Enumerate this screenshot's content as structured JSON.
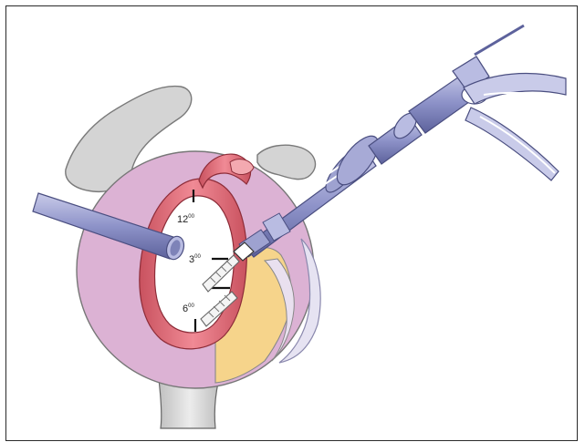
{
  "figure": {
    "clock_labels": {
      "twelve": "12",
      "twelve_sup": "00",
      "three": "3",
      "three_sup": "00",
      "six": "6",
      "six_sup": "00"
    },
    "colors": {
      "glenoid_face": "#dcb2d4",
      "labrum": "#e0707d",
      "cartilage_yellow": "#f6d48b",
      "bone_gray": "#d6d6d6",
      "instrument_blue": "#8d92c8",
      "outline": "#555555"
    }
  }
}
